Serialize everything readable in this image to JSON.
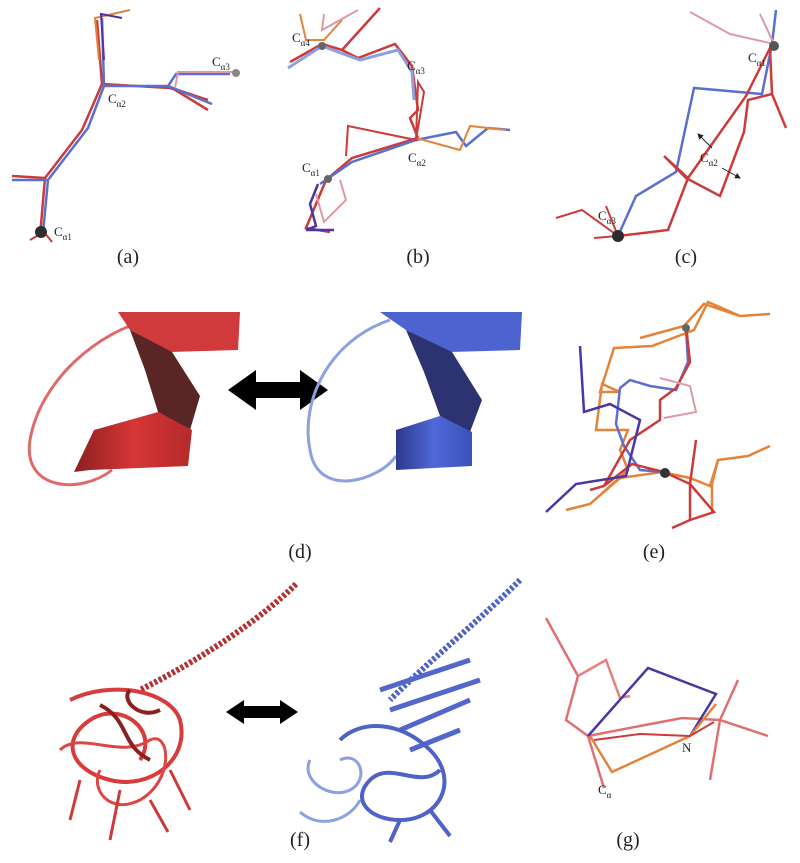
{
  "colors": {
    "red": "#cc3b3b",
    "blue": "#5b6fd0",
    "orange": "#e5833a",
    "purple": "#4e35a6",
    "pink": "#dd9aa6",
    "atom": "#2d2d2d"
  },
  "panels": {
    "a": {
      "label": "(a)",
      "atoms": [
        {
          "main": "C",
          "sub": "α1"
        },
        {
          "main": "C",
          "sub": "α2"
        },
        {
          "main": "C",
          "sub": "α3"
        }
      ]
    },
    "b": {
      "label": "(b)",
      "atoms": [
        {
          "main": "C",
          "sub": "α1"
        },
        {
          "main": "C",
          "sub": "α2"
        },
        {
          "main": "C",
          "sub": "α3"
        },
        {
          "main": "C",
          "sub": "α4"
        }
      ]
    },
    "c": {
      "label": "(c)",
      "atoms": [
        {
          "main": "C",
          "sub": "α1"
        },
        {
          "main": "C",
          "sub": "α2"
        },
        {
          "main": "C",
          "sub": "α3"
        }
      ]
    },
    "d": {
      "label": "(d)"
    },
    "e": {
      "label": "(e)"
    },
    "f": {
      "label": "(f)"
    },
    "g": {
      "label": "(g)",
      "atoms": [
        {
          "main": "C",
          "sub": "α"
        },
        {
          "main": "N",
          "sub": ""
        }
      ]
    }
  }
}
